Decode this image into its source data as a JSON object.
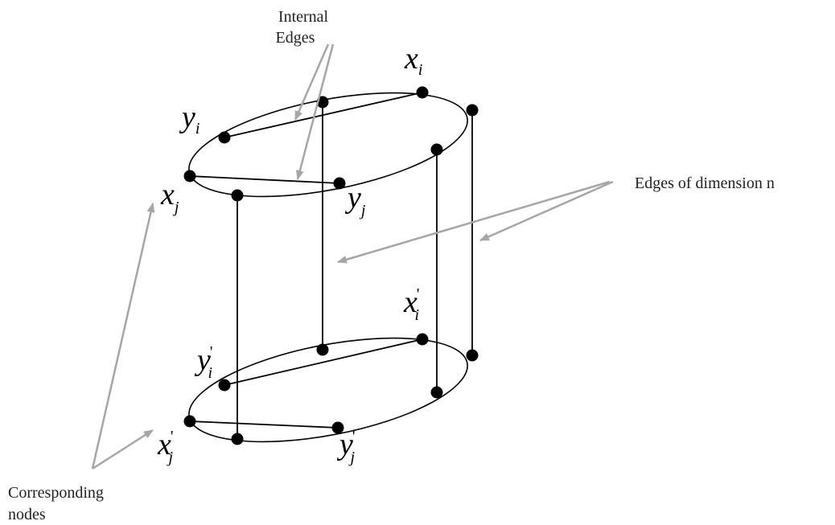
{
  "labels": {
    "internal_edges_line1": "Internal",
    "internal_edges_line2": "Edges",
    "edges_of_dimension": "Edges of dimension n",
    "corresponding_line1": "Corresponding",
    "corresponding_line2": "nodes"
  },
  "nodes": {
    "x_i": {
      "letter": "x",
      "sub": "i",
      "prime": ""
    },
    "y_i": {
      "letter": "y",
      "sub": "i",
      "prime": ""
    },
    "x_j": {
      "letter": "x",
      "sub": "j",
      "prime": ""
    },
    "y_j": {
      "letter": "y",
      "sub": "j",
      "prime": ""
    },
    "x_i_prime": {
      "letter": "x",
      "sub": "i",
      "prime": "'"
    },
    "y_i_prime": {
      "letter": "y",
      "sub": "i",
      "prime": "'"
    },
    "x_j_prime": {
      "letter": "x",
      "sub": "j",
      "prime": "'"
    },
    "y_j_prime": {
      "letter": "y",
      "sub": "j",
      "prime": "'"
    }
  },
  "colors": {
    "stroke": "#000000",
    "arrow": "#a6a6a6",
    "node": "#000000"
  }
}
